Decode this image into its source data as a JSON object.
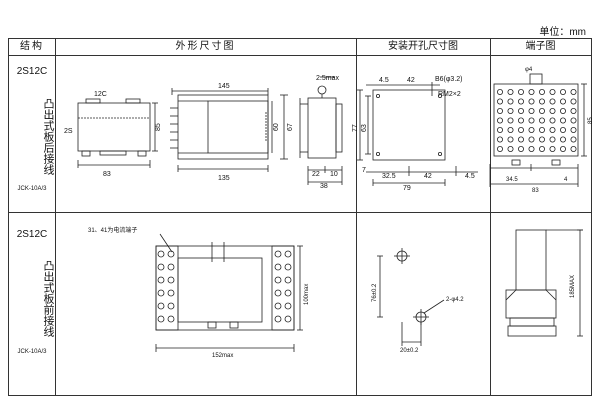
{
  "unit_label": "单位：mm",
  "headers": {
    "structure": "结构",
    "outline": "外形尺寸图",
    "mount": "安装开孔尺寸图",
    "terminal": "端子图"
  },
  "rows": [
    {
      "model": "2S12C",
      "structure": "凸出式板后接线",
      "code": "JCK-10A/3"
    },
    {
      "model": "2S12C",
      "structure": "凸出式板前接线",
      "code": "JCK-10A/3"
    }
  ],
  "row1": {
    "outline": {
      "label_12c": "12C",
      "label_2s": "2S",
      "dim_83": "83",
      "dim_85": "85",
      "dim_145": "145",
      "dim_135": "135",
      "dim_60": "60",
      "dim_67": "67",
      "dim_25max": "2.5max",
      "dim_22": "22",
      "dim_10": "10",
      "dim_38": "38"
    },
    "mount": {
      "dim_45": "4.5",
      "dim_42": "42",
      "dim_b6": "B6(φ3.2)",
      "dim_rm": "RM2×2",
      "dim_77": "77",
      "dim_63": "63",
      "dim_7": "7",
      "dim_325": "32.5",
      "dim_42b": "42",
      "dim_45b": "4.5",
      "dim_79": "79"
    },
    "terminal": {
      "dim_phi4": "φ4",
      "dim_345": "34.5",
      "dim_4": "4",
      "dim_83": "83",
      "dim_85": "85"
    }
  },
  "row2": {
    "outline": {
      "note": "31、41为电流端子",
      "dim_100": "100max",
      "dim_152": "152max"
    },
    "mount": {
      "dim_76": "76±0.2",
      "dim_hole": "2-φ4.2",
      "dim_20": "20±0.2"
    },
    "terminal": {
      "dim_185": "185MAX"
    }
  }
}
